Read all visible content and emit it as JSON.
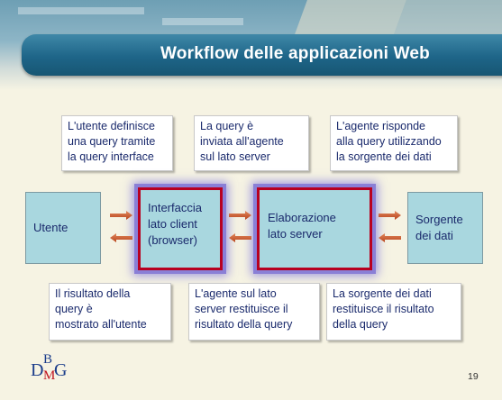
{
  "title": "Workflow delle applicazioni Web",
  "notes": {
    "top": [
      "L'utente definisce\nuna query tramite\nla query interface",
      "La query è\ninviata all'agente\nsul lato server",
      "L'agente risponde\nalla query utilizzando\nla sorgente dei dati"
    ],
    "bottom": [
      "Il risultato della\nquery è\nmostrato all'utente",
      "L'agente sul lato\nserver restituisce il\nrisultato della query",
      "La sorgente dei dati\nrestituisce il risultato\ndella query"
    ]
  },
  "nodes": {
    "utente": "Utente",
    "client": "Interfaccia\nlato client\n(browser)",
    "server": "Elaborazione\nlato server",
    "sorgente": "Sorgente\ndei dati"
  },
  "logo": {
    "d": "D",
    "b": "B",
    "m": "M",
    "g": "G"
  },
  "page_number": "19",
  "colors": {
    "title_bar": "#1e6588",
    "node_fill": "#a9d7df",
    "focus_border": "#b8001f",
    "glow": "#8a7fd6",
    "arrow": "#c04a1c",
    "text": "#1a2a6c"
  }
}
